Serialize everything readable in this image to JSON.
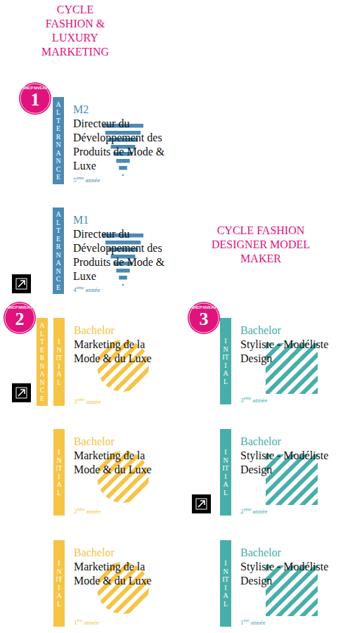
{
  "diagram": {
    "title": "CYCLE FASHION & LUXURY MARKETING",
    "nodes": [
      {
        "text": [
          "RNCP NIVEAU",
          "1"
        ]
      },
      {
        "text": [
          "M2",
          "Directeur du Développement des Produits de Mode & Luxe",
          "5ème année"
        ]
      },
      {
        "text": [
          "ALTERNANCE"
        ],
        "in": 1
      },
      {
        "text": [
          "M1",
          "Directeur du Développement des Produits de Mode & Luxe",
          "4ème année"
        ]
      },
      {
        "text": [
          "ALTERNANCE"
        ],
        "in": 3
      },
      {
        "text": [
          "RNCP NIVEAU",
          "2"
        ]
      },
      {
        "text": [
          "Bachelor",
          "Marketing de la Mode & du Luxe",
          "3ème année"
        ]
      },
      {
        "text": [
          "ALTERNANCE"
        ],
        "in": 6
      },
      {
        "text": [
          "INITIAL"
        ],
        "in": 6
      },
      {
        "text": [
          "RNCP NIVEAU",
          "3"
        ]
      },
      {
        "text": [
          "Bachelor",
          "Styliste - Modéliste Design",
          "3ème année"
        ]
      },
      {
        "text": [
          "INITIAL"
        ],
        "in": 10
      },
      {
        "text": [
          "Bachelor",
          "Marketing de la Mode & du Luxe",
          "2ème année"
        ]
      },
      {
        "text": [
          "INITIAL"
        ],
        "in": 12
      },
      {
        "text": [
          "Bachelor",
          "Styliste - Modéliste Design",
          "2ème année"
        ]
      },
      {
        "text": [
          "INITIAL"
        ],
        "in": 14
      },
      {
        "text": [
          "Bachelor",
          "Marketing de la Mode & du Luxe",
          "1ère année"
        ]
      },
      {
        "text": [
          "INITIAL"
        ],
        "in": 16
      },
      {
        "text": [
          "Bachelor",
          "Styliste - Modéliste Design",
          "1ère année"
        ]
      },
      {
        "text": [
          "INITIAL"
        ],
        "in": 18
      }
    ],
    "labels": [
      "CYCLE FASHION DESIGNER MODEL MAKER"
    ]
  }
}
